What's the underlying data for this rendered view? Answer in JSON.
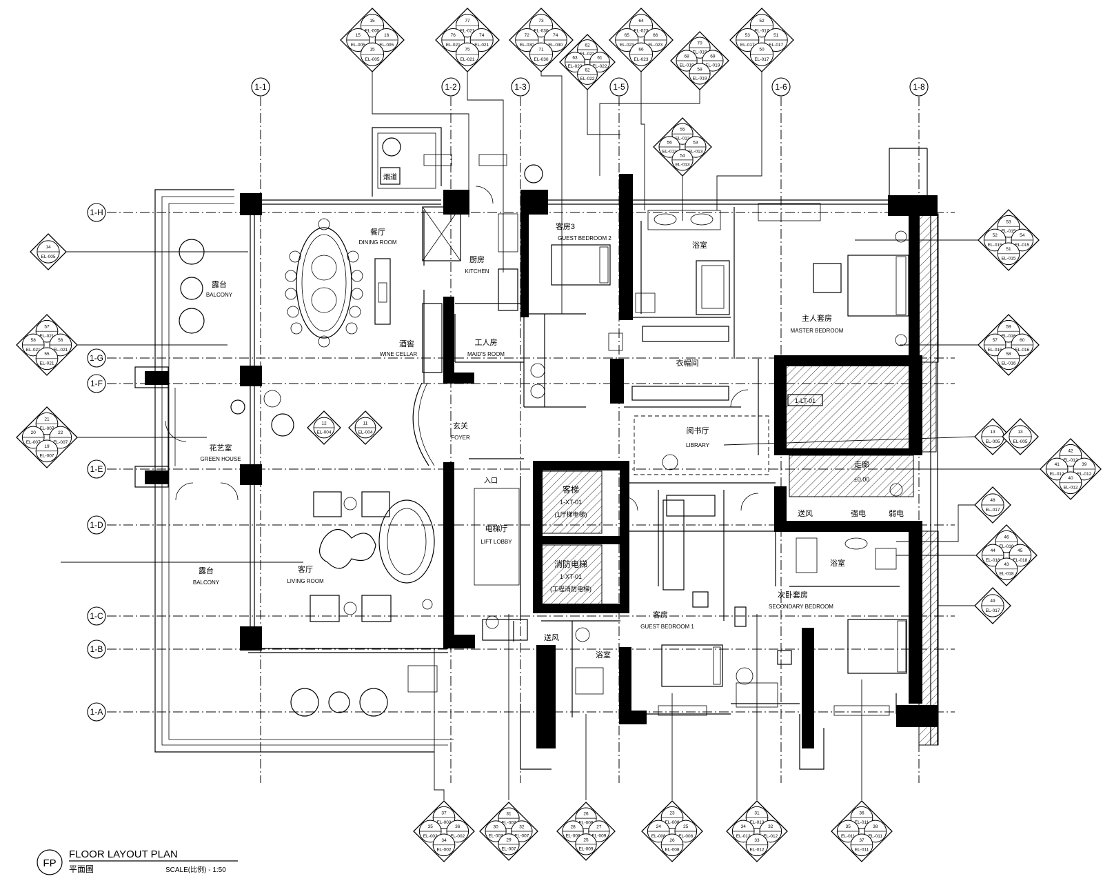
{
  "title_block": {
    "code": "FP",
    "title": "FLOOR LAYOUT PLAN",
    "subtitle": "平面圖",
    "scale": "SCALE(比例) - 1:50"
  },
  "axes_vertical": [
    "1-1",
    "1-2",
    "1-3",
    "1-5",
    "1-6",
    "1-8"
  ],
  "axes_horizontal": [
    "1-H",
    "1-G",
    "1-F",
    "1-E",
    "1-D",
    "1-C",
    "1-B",
    "1-A"
  ],
  "rooms": [
    {
      "cn": "餐厅",
      "en": "DINING ROOM"
    },
    {
      "cn": "厨房",
      "en": "KITCHEN"
    },
    {
      "cn": "客房3",
      "en": "GUEST BEDROOM 2"
    },
    {
      "cn": "浴室",
      "en": ""
    },
    {
      "cn": "主人套房",
      "en": "MASTER BEDROOM"
    },
    {
      "cn": "露台",
      "en": "BALCONY"
    },
    {
      "cn": "酒窖",
      "en": "WINE CELLAR"
    },
    {
      "cn": "工人房",
      "en": "MAID'S ROOM"
    },
    {
      "cn": "衣帽间",
      "en": ""
    },
    {
      "cn": "花艺室",
      "en": "GREEN HOUSE"
    },
    {
      "cn": "玄关",
      "en": "FOYER"
    },
    {
      "cn": "阅书厅",
      "en": "LIBRARY"
    },
    {
      "cn": "电梯厅",
      "en": "LIFT LOBBY"
    },
    {
      "cn": "客厅",
      "en": "LIVING ROOM"
    },
    {
      "cn": "露台",
      "en": "BALCONY"
    },
    {
      "cn": "客房",
      "en": "GUEST BEDROOM 1"
    },
    {
      "cn": "次卧套房",
      "en": "SECONDARY BEDROOM"
    },
    {
      "cn": "浴室",
      "en": ""
    },
    {
      "cn": "浴室",
      "en": ""
    }
  ],
  "equipment_labels": {
    "flue": "烟道",
    "stair_tag": "1-LT-01",
    "lift1_cn": "客梯",
    "lift1_tag": "1-XT-01",
    "lift1_note": "(1厅梯电梯)",
    "lift2_cn": "消防电梯",
    "lift2_tag": "1-XT-01",
    "lift2_note": "(工程消防电梯)",
    "entrance": "入口",
    "shaft_air": "送风",
    "shaft_strong": "强电",
    "shaft_weak": "弱电",
    "shaft_air2": "送风",
    "corridor": "走廊",
    "level": "±0.00"
  },
  "elevation_keys": [
    {
      "id": "k01",
      "n": "15",
      "w": "15",
      "e": "16",
      "s": "15",
      "ref": "EL-005"
    },
    {
      "id": "k02",
      "n": "77",
      "w": "76",
      "e": "74",
      "s": "75",
      "ref": "EL-021"
    },
    {
      "id": "k03",
      "n": "73",
      "w": "72",
      "e": "74",
      "s": "71",
      "ref": "EL-030"
    },
    {
      "id": "k04",
      "n": "62",
      "w": "63",
      "e": "61",
      "s": "62",
      "ref": "EL-022"
    },
    {
      "id": "k05",
      "n": "64",
      "w": "65",
      "e": "66",
      "s": "66",
      "ref": "EL-023"
    },
    {
      "id": "k06",
      "n": "70",
      "w": "68",
      "e": "69",
      "s": "59",
      "ref": "EL-019"
    },
    {
      "id": "k07",
      "n": "52",
      "w": "53",
      "e": "51",
      "s": "50",
      "ref": "EL-017"
    },
    {
      "id": "k08",
      "n": "55",
      "w": "56",
      "e": "53",
      "s": "54",
      "ref": "EL-013"
    },
    {
      "id": "k09",
      "n": "14",
      "w": "",
      "e": "",
      "s": "",
      "ref": "EL-005"
    },
    {
      "id": "k10",
      "n": "53",
      "w": "52",
      "e": "54",
      "s": "51",
      "ref": "EL-015"
    },
    {
      "id": "k11",
      "n": "57",
      "w": "58",
      "e": "56",
      "s": "55",
      "ref": "EL-021"
    },
    {
      "id": "k12",
      "n": "59",
      "w": "57",
      "e": "60",
      "s": "58",
      "ref": "EL-016"
    },
    {
      "id": "k13",
      "n": "21",
      "w": "20",
      "e": "22",
      "s": "19",
      "ref": "EL-007"
    },
    {
      "id": "k14",
      "n": "12",
      "w": "",
      "e": "",
      "s": "",
      "ref": "EL-004"
    },
    {
      "id": "k15",
      "n": "11",
      "w": "",
      "e": "",
      "s": "",
      "ref": "EL-004"
    },
    {
      "id": "k16",
      "n": "13",
      "w": "",
      "e": "",
      "s": "",
      "ref": "EL-005"
    },
    {
      "id": "k17",
      "n": "13",
      "w": "",
      "e": "",
      "s": "",
      "ref": "EL-005"
    },
    {
      "id": "k18",
      "n": "42",
      "w": "41",
      "e": "39",
      "s": "40",
      "ref": "EL-012"
    },
    {
      "id": "k19",
      "n": "48",
      "w": "",
      "e": "",
      "s": "",
      "ref": "EL-017"
    },
    {
      "id": "k20",
      "n": "46",
      "w": "44",
      "e": "45",
      "s": "43",
      "ref": "EL-018"
    },
    {
      "id": "k21",
      "n": "49",
      "w": "",
      "e": "",
      "s": "",
      "ref": "EL-017"
    },
    {
      "id": "k22",
      "n": "37",
      "w": "35",
      "e": "36",
      "s": "34",
      "ref": "EL-002"
    },
    {
      "id": "k23",
      "n": "31",
      "w": "30",
      "e": "32",
      "s": "29",
      "ref": "EL-007"
    },
    {
      "id": "k24",
      "n": "26",
      "w": "28",
      "e": "27",
      "s": "25",
      "ref": "EL-009"
    },
    {
      "id": "k25",
      "n": "23",
      "w": "24",
      "e": "25",
      "s": "26",
      "ref": "EL-008"
    },
    {
      "id": "k26",
      "n": "31",
      "w": "34",
      "e": "32",
      "s": "33",
      "ref": "EL-012"
    },
    {
      "id": "k27",
      "n": "36",
      "w": "35",
      "e": "38",
      "s": "37",
      "ref": "EL-011"
    }
  ]
}
